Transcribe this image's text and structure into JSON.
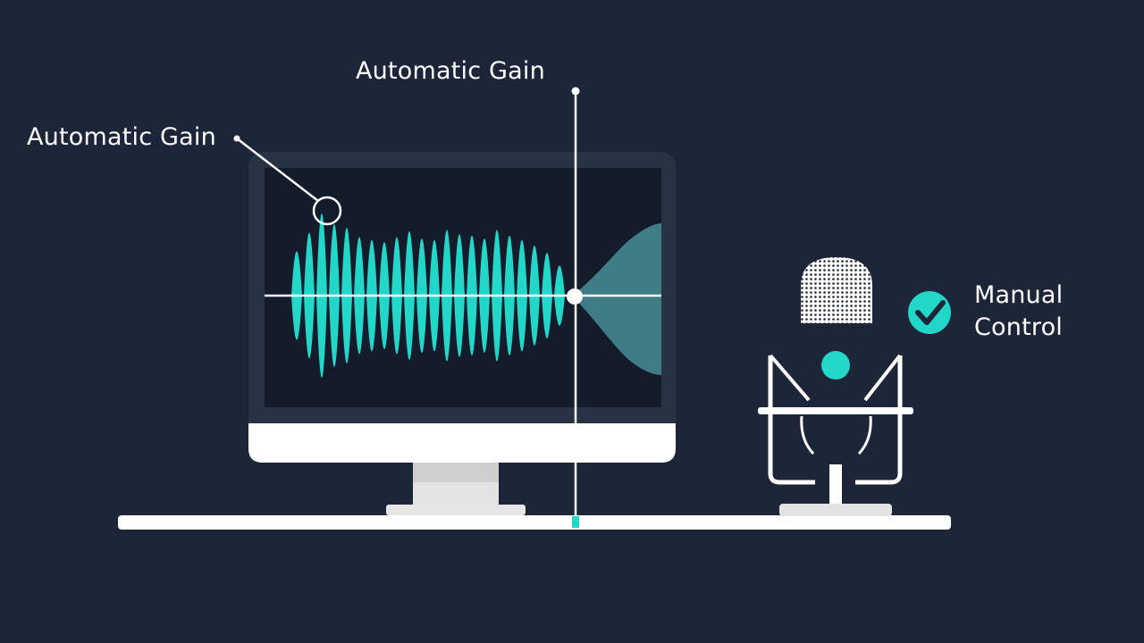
{
  "labels": {
    "top": "Automatic Gain",
    "left": "Automatic Gain",
    "right_line1": "Manual",
    "right_line2": "Control"
  },
  "icons": {
    "monitor": "monitor-icon",
    "waveform": "audio-waveform",
    "microphone": "microphone-icon",
    "check": "check-circle-icon"
  },
  "colors": {
    "background": "#1d2638",
    "screen": "#141b2a",
    "bezel": "#283245",
    "accent": "#22d6c8",
    "muted_wave": "#3f7c86",
    "line": "#ffffff"
  }
}
